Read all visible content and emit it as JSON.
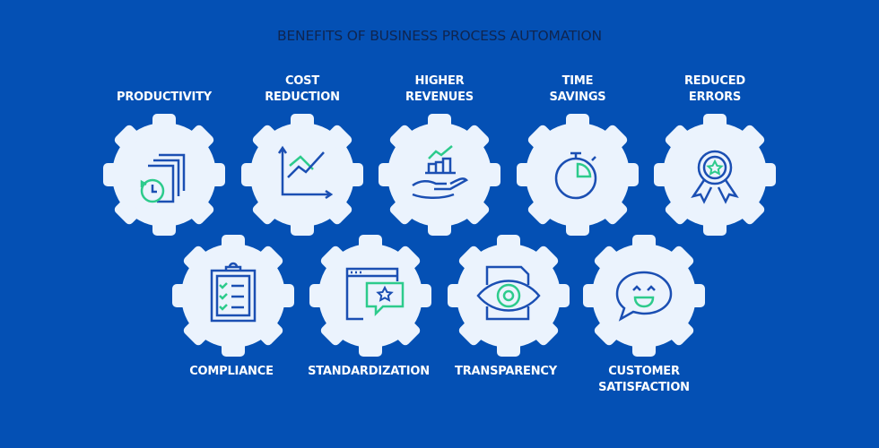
{
  "title": "BENEFITS OF BUSINESS PROCESS AUTOMATION",
  "colors": {
    "background": "#0450b4",
    "gear": "#ebf3fd",
    "icon_blue": "#1b4fb3",
    "icon_green": "#2dcb8c",
    "title": "#0f2550"
  },
  "benefits": [
    {
      "lines": [
        "PRODUCTIVITY"
      ],
      "icon": "clock-documents-icon"
    },
    {
      "lines": [
        "COST",
        "REDUCTION"
      ],
      "icon": "line-chart-icon"
    },
    {
      "lines": [
        "HIGHER",
        "REVENUES"
      ],
      "icon": "hand-bar-chart-icon"
    },
    {
      "lines": [
        "TIME",
        "SAVINGS"
      ],
      "icon": "stopwatch-icon"
    },
    {
      "lines": [
        "REDUCED",
        "ERRORS"
      ],
      "icon": "award-ribbon-icon"
    },
    {
      "lines": [
        "COMPLIANCE"
      ],
      "icon": "clipboard-checklist-icon"
    },
    {
      "lines": [
        "STANDARDIZATION"
      ],
      "icon": "browser-star-icon"
    },
    {
      "lines": [
        "TRANSPARENCY"
      ],
      "icon": "document-eye-icon"
    },
    {
      "lines": [
        "CUSTOMER",
        "SATISFACTION"
      ],
      "icon": "smile-chat-icon"
    }
  ]
}
